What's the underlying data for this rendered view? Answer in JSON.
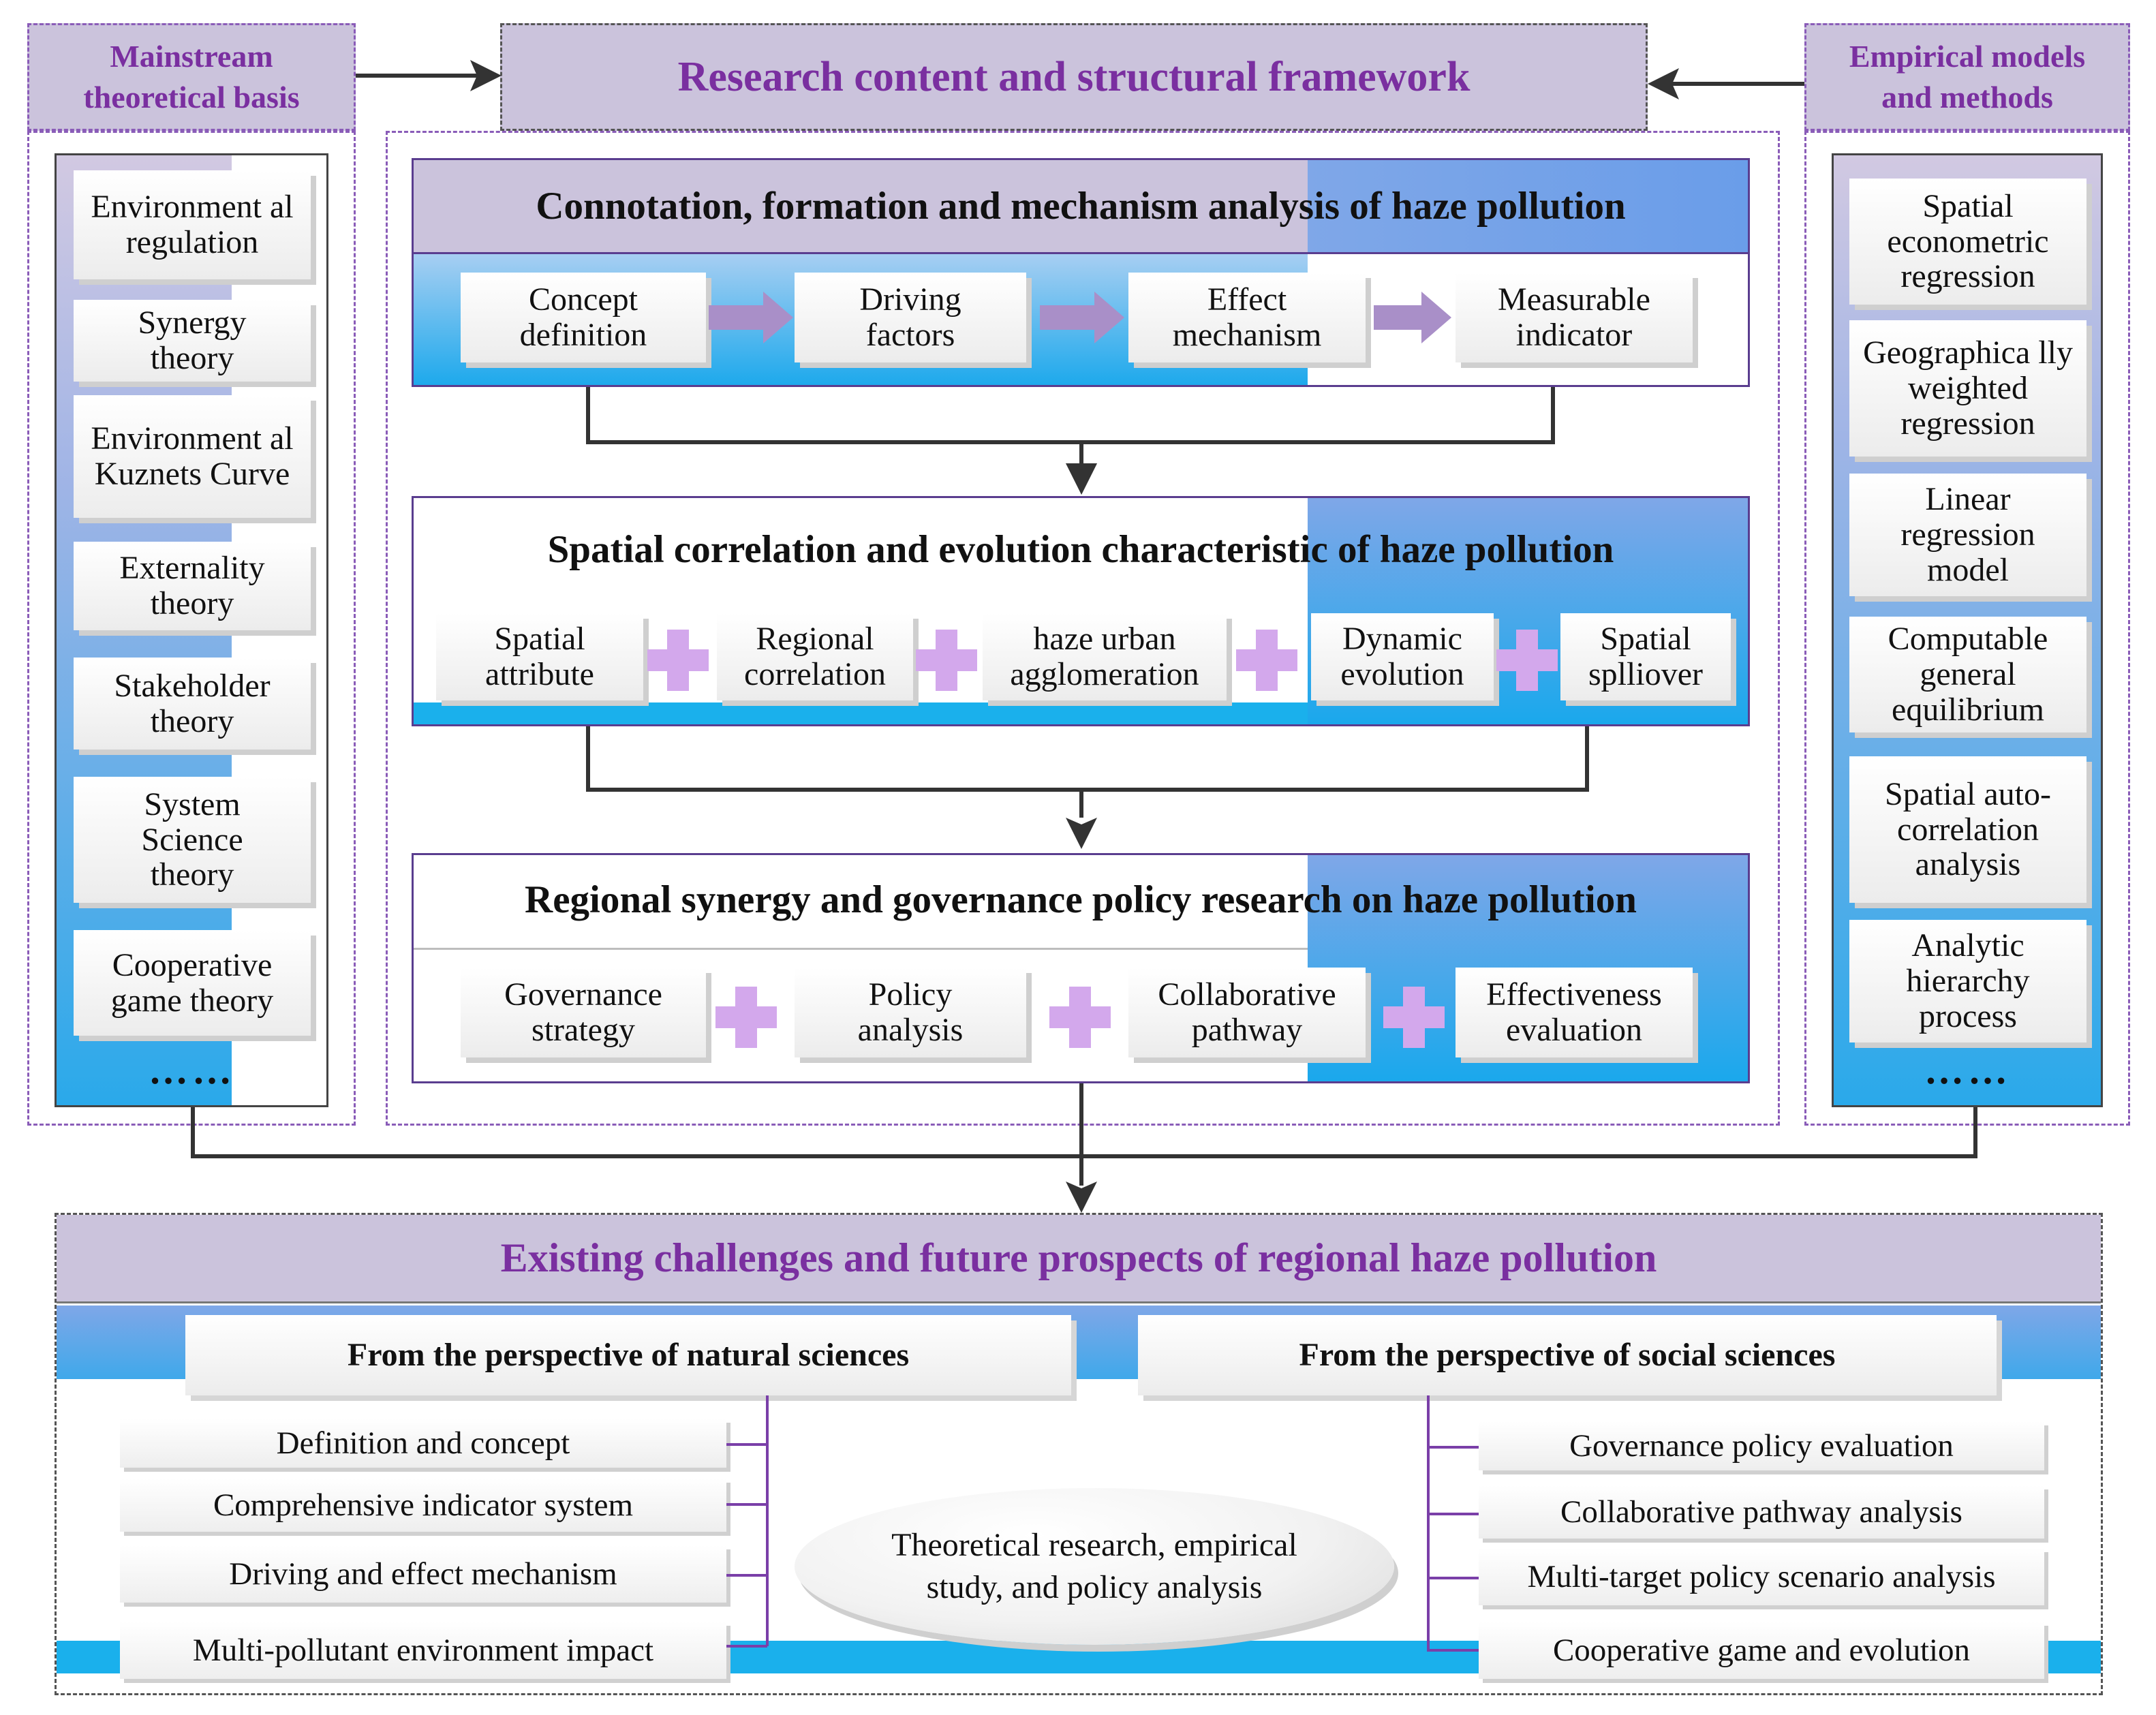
{
  "header": {
    "title": "Research content and structural framework",
    "left_title": "Mainstream theoretical basis",
    "right_title": "Empirical models and methods"
  },
  "left_column": {
    "items": [
      "Environment al regulation",
      "Synergy theory",
      "Environment al Kuznets Curve",
      "Externality theory",
      "Stakeholder theory",
      "System Science theory",
      "Cooperative game theory"
    ],
    "ellipsis": "……"
  },
  "right_column": {
    "items": [
      "Spatial econometric regression",
      "Geographica lly weighted regression",
      "Linear regression model",
      "Computable general equilibrium",
      "Spatial auto-correlation analysis",
      "Analytic hierarchy process"
    ],
    "ellipsis": "……"
  },
  "panel1": {
    "title": "Connotation, formation and  mechanism analysis of haze pollution",
    "steps": [
      "Concept definition",
      "Driving factors",
      "Effect mechanism",
      "Measurable indicator"
    ]
  },
  "panel2": {
    "title": "Spatial correlation and  evolution characteristic of haze pollution",
    "steps": [
      "Spatial attribute",
      "Regional correlation",
      "haze urban agglomeration",
      "Dynamic evolution",
      "Spatial splliover"
    ]
  },
  "panel3": {
    "title": "Regional synergy and governance policy research on haze pollution",
    "steps": [
      "Governance strategy",
      "Policy analysis",
      "Collaborative pathway",
      "Effectiveness evaluation"
    ]
  },
  "bottom": {
    "title": "Existing challenges and future prospects of regional haze pollution",
    "natural_heading": "From the perspective of natural sciences",
    "social_heading": "From the perspective of social sciences",
    "natural_items": [
      "Definition and concept",
      "Comprehensive indicator system",
      "Driving and effect  mechanism",
      "Multi-pollutant environment impact"
    ],
    "social_items": [
      "Governance policy evaluation",
      "Collaborative pathway analysis",
      "Multi-target policy scenario analysis",
      "Cooperative game and evolution"
    ],
    "center_text": "Theoretical research, empirical study, and policy analysis"
  },
  "colors": {
    "header_bg": "#cbc3dc",
    "header_text": "#7a2fa0",
    "accent_blue": "#1ab0ec",
    "plus": "#d3a8ec",
    "panel_border": "#5a3d8f"
  }
}
